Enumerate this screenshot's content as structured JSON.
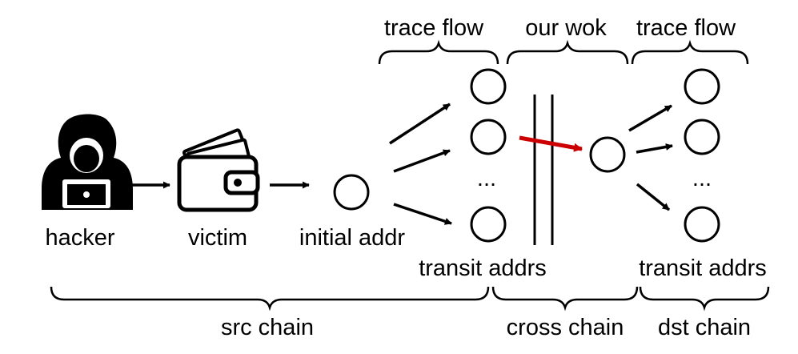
{
  "labels": {
    "hacker": "hacker",
    "victim": "victim",
    "initial_addr": "initial addr",
    "transit_addrs_src": "transit addrs",
    "transit_addrs_dst": "transit addrs",
    "trace_flow_left": "trace flow",
    "our_work": "our wok",
    "trace_flow_right": "trace flow",
    "src_chain": "src chain",
    "cross_chain": "cross chain",
    "dst_chain": "dst chain",
    "ellipsis_left": "...",
    "ellipsis_right": "..."
  },
  "icons": {
    "hacker": "hacker-icon",
    "victim": "wallet-icon"
  },
  "colors": {
    "ink": "#000000",
    "highlight_arrow": "#cc0000"
  }
}
